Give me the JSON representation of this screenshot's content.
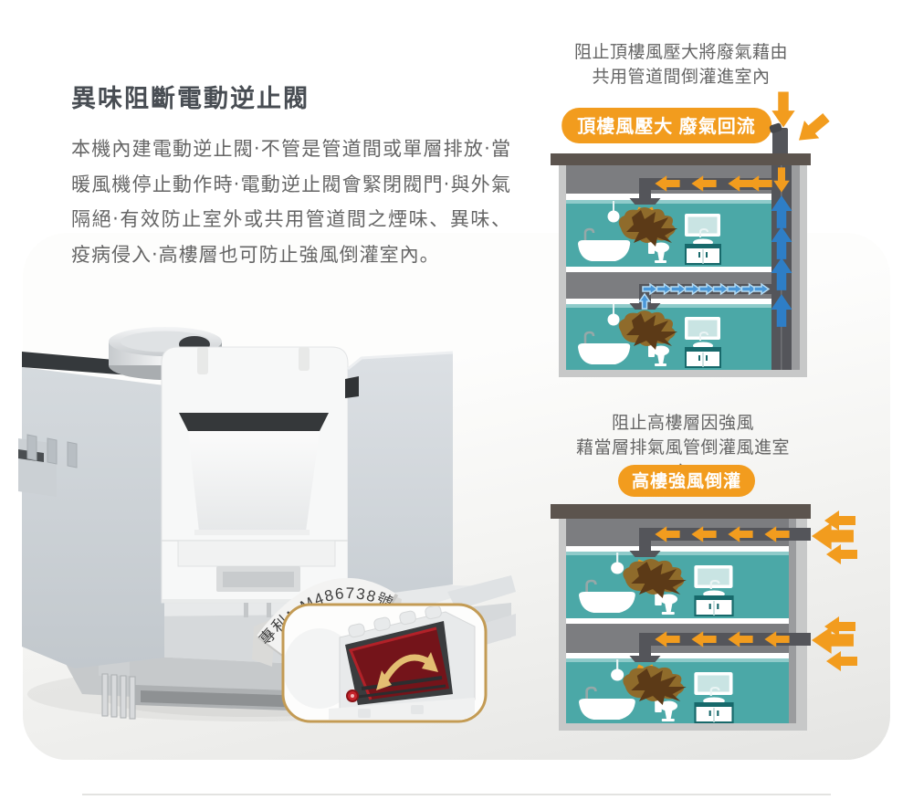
{
  "page": {
    "title": "異味阻斷電動逆止閥",
    "body_text": "本機內建電動逆止閥‧不管是管道間或單層排放‧當暖風機停止動作時‧電動逆止閥會緊閉閥門‧與外氣隔絕‧有效防止室外或共用管道間之煙味、異味、疫病侵入‧高樓層也可防止強風倒灌室內。"
  },
  "product": {
    "patent_label": "專利：M486738號"
  },
  "diagram_top": {
    "caption": "阻止頂樓風壓大將廢氣藉由\n共用管道間倒灌進室內",
    "badge": "頂樓風壓大 廢氣回流"
  },
  "diagram_bottom": {
    "caption": "阻止高樓層因強風\n藉當層排氣風管倒灌風進室內",
    "badge": "高樓強風倒灌"
  },
  "colors": {
    "accent_orange": "#F29C1E",
    "arrow_blue": "#2E7EC6",
    "arrow_blue_light": "#4A97D8",
    "room_teal": "#4BA8A7",
    "room_teal_light": "#8FCBCA",
    "duct_dark": "#54555A",
    "slab_gray": "#7C7D80",
    "roof_taupe": "#5C544E",
    "frame_gray": "#C7C8C8",
    "wall_gray": "#9B9C9E",
    "title_text": "#484D53",
    "body_text": "#656565",
    "callout_border": "#C39B54",
    "valve_red": "#74141A",
    "odor_brown": "#5C3A17",
    "odor_brown_light": "#8F6B2B",
    "swing_arrow_gold": "#E3BE72"
  }
}
